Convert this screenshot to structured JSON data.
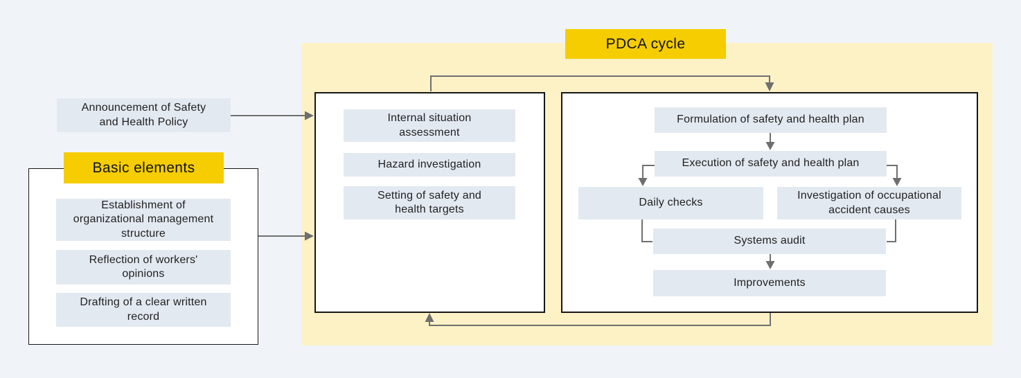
{
  "diagram": {
    "announcement": {
      "label": "Announcement of Safety\nand Health Policy"
    },
    "basic_elements": {
      "title": "Basic elements",
      "items": [
        {
          "label": "Establishment of\norganizational management\nstructure"
        },
        {
          "label": "Reflection of workers'\nopinions"
        },
        {
          "label": "Drafting of a clear written\nrecord"
        }
      ]
    },
    "pdca": {
      "title": "PDCA cycle",
      "assessment_box": {
        "items": [
          {
            "label": "Internal situation\nassessment"
          },
          {
            "label": "Hazard investigation"
          },
          {
            "label": "Setting of safety and\nhealth targets"
          }
        ]
      },
      "plan_do_box": {
        "items": [
          {
            "label": "Formulation of safety and health plan"
          },
          {
            "label": "Execution of safety and health plan"
          },
          {
            "label": "Daily checks"
          },
          {
            "label": "Investigation of occupational\naccident causes"
          },
          {
            "label": "Systems audit"
          },
          {
            "label": "Improvements"
          }
        ]
      }
    },
    "colors": {
      "background": "#f0f4f8",
      "panel_yellow": "#fdf2c6",
      "title_gold": "#f5cd00",
      "item_fill": "#e3e9f1",
      "arrow_gray": "#6f6f6f",
      "border_dark": "#161616"
    }
  }
}
